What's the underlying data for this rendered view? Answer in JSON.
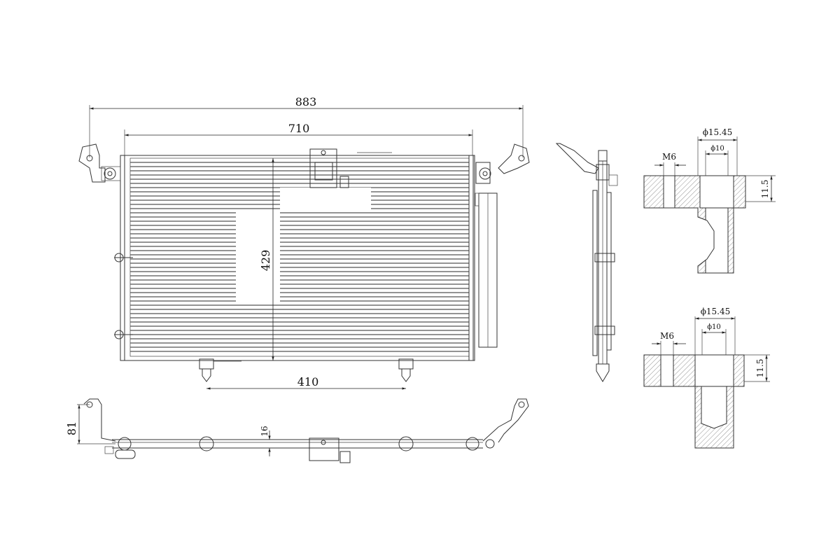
{
  "dimensions": {
    "overall_width": "883",
    "core_width": "710",
    "core_height": "429",
    "mount_spacing": "410",
    "depth_offset": "81",
    "core_thickness": "16"
  },
  "fitting_top": {
    "outer_diameter": "ϕ15.45",
    "inner_diameter": "ϕ10",
    "thread": "M6",
    "height": "11.5"
  },
  "fitting_bottom": {
    "outer_diameter": "ϕ15.45",
    "inner_diameter": "ϕ10",
    "thread": "M6",
    "height": "11.5"
  }
}
